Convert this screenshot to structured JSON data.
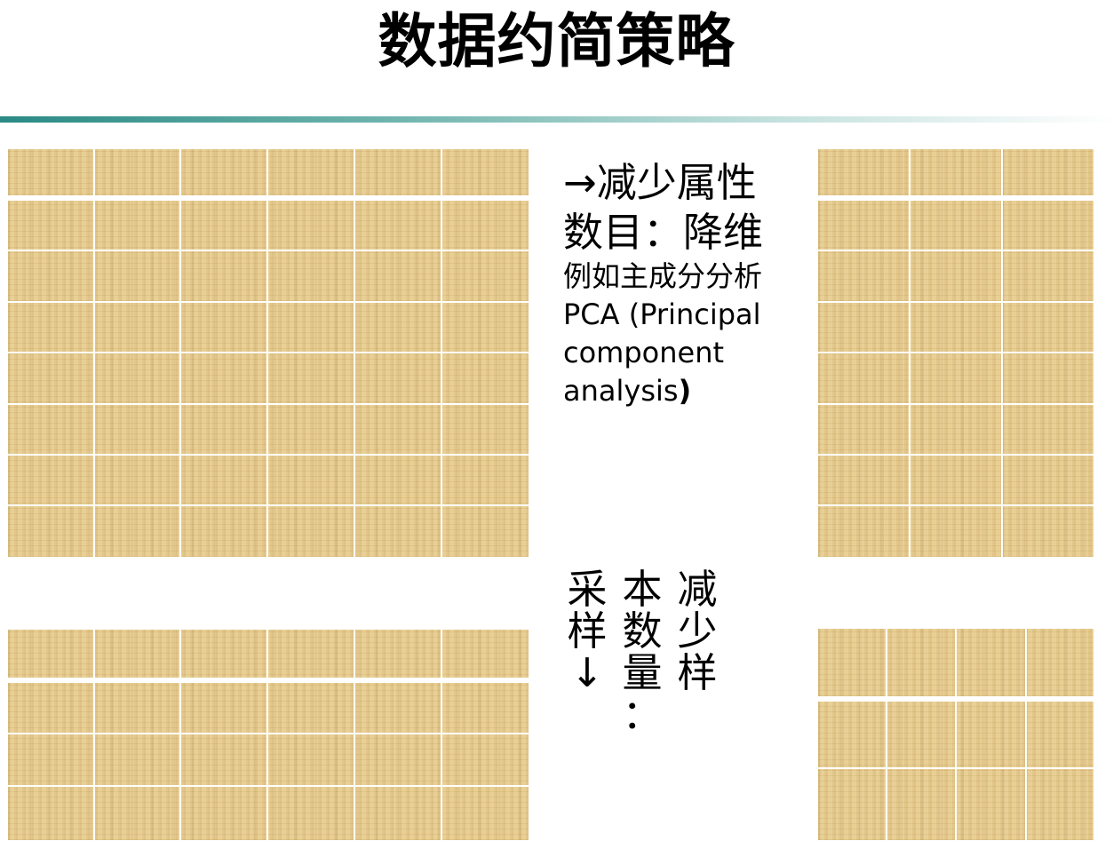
{
  "title": "数据约简策略",
  "text": {
    "line1": "→减少属性",
    "line2": "数目：降维",
    "line3": "例如主成分分析",
    "line4": "PCA (Principal",
    "line5": "component",
    "line6_main": "analysis",
    "line6_paren": ")"
  },
  "vertical_columns": [
    [
      "采",
      "样",
      "↓"
    ],
    [
      "本",
      "数",
      "量",
      "："
    ],
    [
      "减",
      "少",
      "样"
    ]
  ]
}
